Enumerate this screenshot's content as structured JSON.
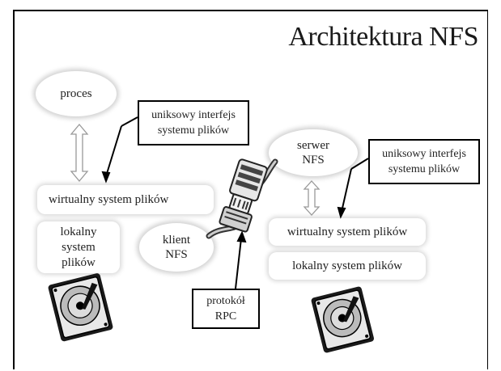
{
  "title": "Architektura NFS",
  "nodes": {
    "proces": "proces",
    "interfejs_left": "uniksowy interfejs\nsystemu plików",
    "vfs_left": "wirtualny system plików",
    "local_left": "lokalny\nsystem\nplików",
    "klient": "klient\nNFS",
    "serwer": "serwer\nNFS",
    "interfejs_right": "uniksowy interfejs\nsystemu plików",
    "vfs_right": "wirtualny system plików",
    "local_right": "lokalny system plików",
    "protokol": "protokół\nRPC"
  },
  "icons": [
    "hard-disk-icon",
    "hard-disk-icon",
    "network-cable-icon",
    "double-arrow-icon"
  ]
}
